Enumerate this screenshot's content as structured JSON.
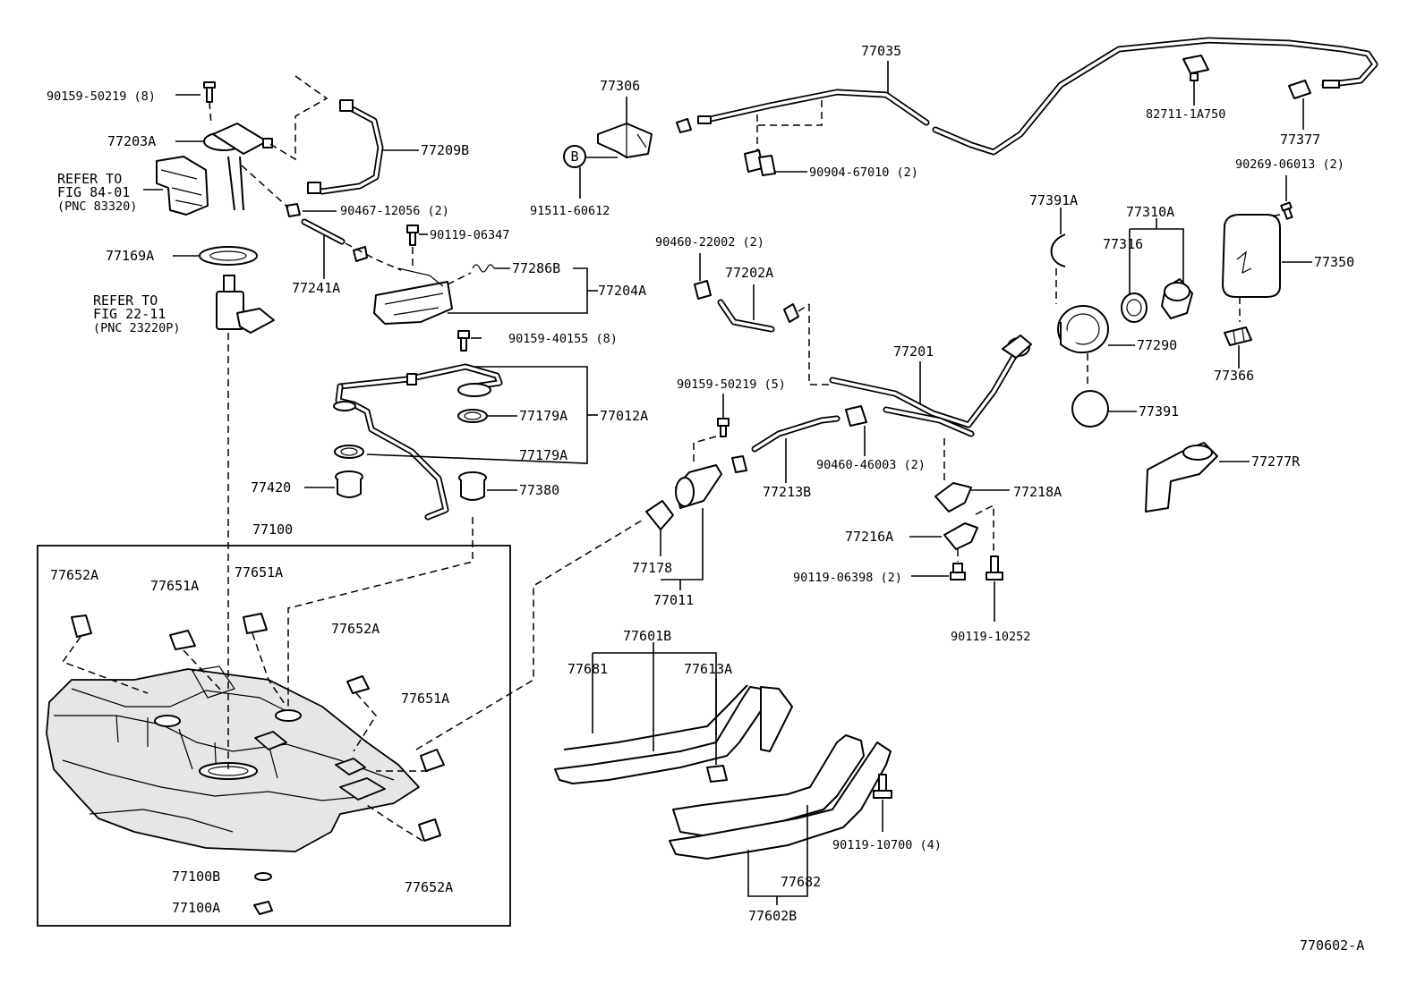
{
  "diagram_code": "770602-A",
  "callout_b": "B",
  "labels": {
    "p90159_50219_8": "90159-50219 (8)",
    "p77203A": "77203A",
    "p77209B": "77209B",
    "refer1_a": "REFER TO",
    "refer1_b": "FIG 84-01",
    "refer1_c": "(PNC 83320)",
    "p90467_12056_2": "90467-12056 (2)",
    "p90119_06347": "90119-06347",
    "p77169A": "77169A",
    "p77241A": "77241A",
    "p77286B": "77286B",
    "p77204A": "77204A",
    "refer2_a": "REFER TO",
    "refer2_b": "FIG 22-11",
    "refer2_c": "(PNC 23220P)",
    "p90159_40155_8": "90159-40155 (8)",
    "p77179A_1": "77179A",
    "p77012A": "77012A",
    "p77179A_2": "77179A",
    "p77420": "77420",
    "p77380": "77380",
    "p77100": "77100",
    "p77652A_1": "77652A",
    "p77651A_1": "77651A",
    "p77651A_2": "77651A",
    "p77652A_2": "77652A",
    "p77651A_3": "77651A",
    "p77652A_3": "77652A",
    "p77100B": "77100B",
    "p77100A": "77100A",
    "p77306": "77306",
    "p91511_60612": "91511-60612",
    "p77035": "77035",
    "p90904_67010_2": "90904-67010 (2)",
    "p82711_1A750": "82711-1A750",
    "p77377": "77377",
    "p90269_06013_2": "90269-06013 (2)",
    "p90460_22002_2": "90460-22002 (2)",
    "p77202A": "77202A",
    "p77391A": "77391A",
    "p77310A": "77310A",
    "p77316": "77316",
    "p77350": "77350",
    "p77290": "77290",
    "p77366": "77366",
    "p77201": "77201",
    "p77391": "77391",
    "p90159_50219_5": "90159-50219 (5)",
    "p90460_46003_2": "90460-46003 (2)",
    "p77213B": "77213B",
    "p77277R": "77277R",
    "p77218A": "77218A",
    "p77216A": "77216A",
    "p90119_06398_2": "90119-06398 (2)",
    "p77178": "77178",
    "p77011": "77011",
    "p90119_10252": "90119-10252",
    "p77601B": "77601B",
    "p77681": "77681",
    "p77613A": "77613A",
    "p77682": "77682",
    "p90119_10700_4": "90119-10700 (4)",
    "p77602B": "77602B"
  }
}
